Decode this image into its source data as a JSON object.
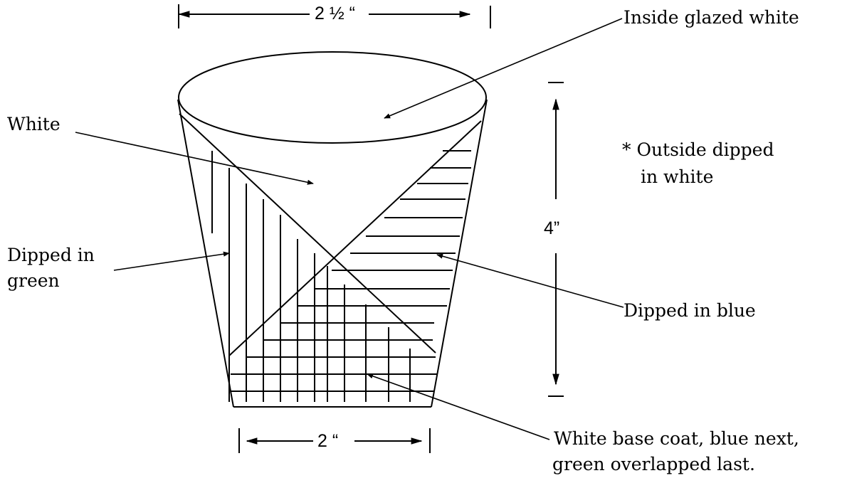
{
  "dimensions": {
    "top_width": "2 ½ “",
    "height": "4”",
    "bottom_width": "2 “"
  },
  "labels": {
    "inside": "Inside glazed white",
    "white": "White",
    "outside_line1": "* Outside dipped",
    "outside_line2": "in white",
    "green_line1": "Dipped in",
    "green_line2": "green",
    "blue": "Dipped in blue",
    "overlap_line1": "White base coat, blue next,",
    "overlap_line2": "green overlapped last."
  }
}
